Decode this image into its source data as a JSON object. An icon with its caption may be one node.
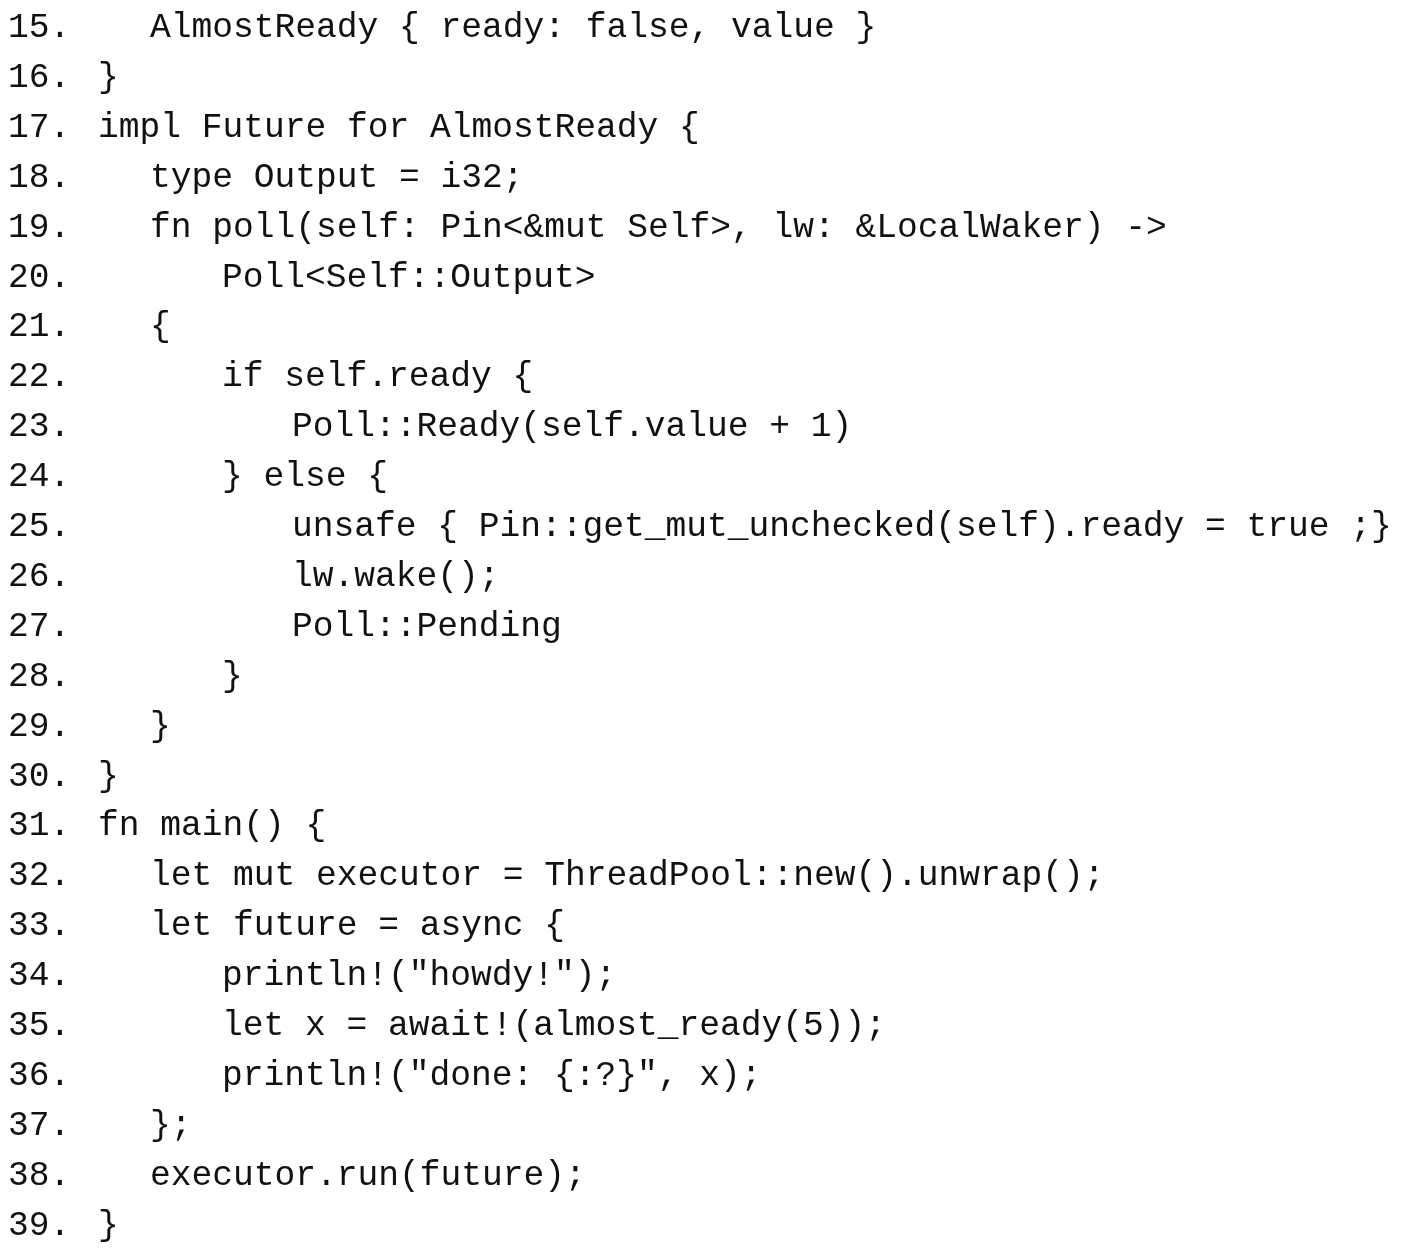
{
  "diagram": {
    "labels": [
      "15.",
      "AlmostReady { ready: false, value }",
      "16.",
      "}",
      "17.",
      "impl Future for AlmostReady {",
      "18.",
      "type Output = i32;",
      "19.",
      "fn poll(self: Pin<&mut Self>, lw: &LocalWaker) ->",
      "20.",
      "Poll<Self::Output>",
      "21.",
      "{",
      "22.",
      "if self.ready {",
      "23.",
      "Poll::Ready(self.value + 1)",
      "24.",
      "} else {",
      "25.",
      "unsafe { Pin::get_mut_unchecked(self).ready = true ;}",
      "26.",
      "lw.wake();",
      "27.",
      "Poll::Pending",
      "28.",
      "}",
      "29.",
      "}",
      "30.",
      "}",
      "31.",
      "fn main() {",
      "32.",
      "let mut executor = ThreadPool::new().unwrap();",
      "33.",
      "let future = async {",
      "34.",
      "println!(\"howdy!\");",
      "35.",
      "let x = await!(almost_ready(5));",
      "36.",
      "println!(\"done: {:?}\", x);",
      "37.",
      "};",
      "38.",
      "executor.run(future);",
      "39.",
      "}"
    ]
  }
}
